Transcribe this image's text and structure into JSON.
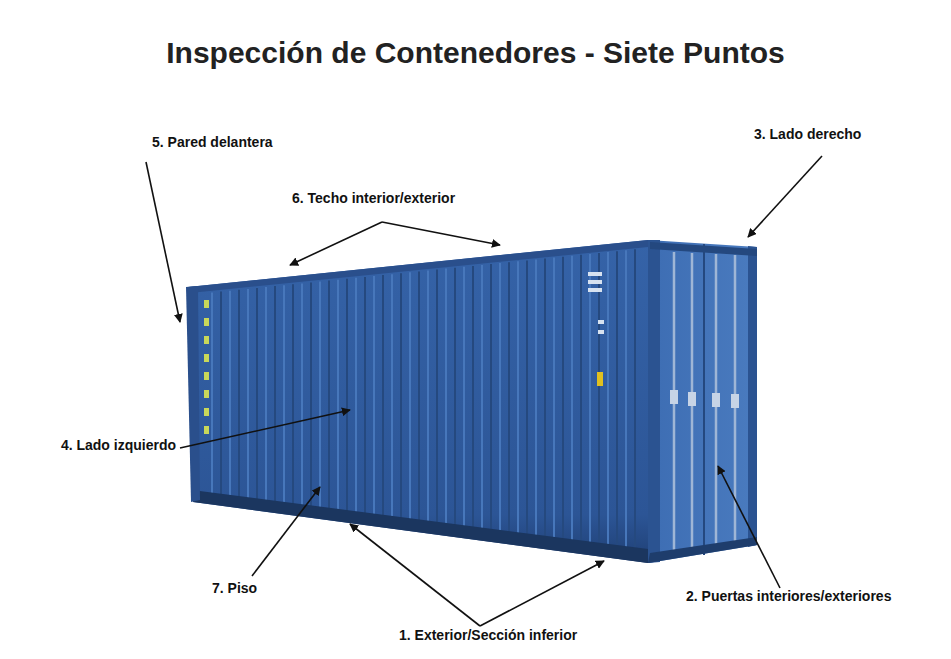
{
  "diagram": {
    "title": "Inspección de Contenedores - Siete Puntos",
    "labels": [
      "5. Pared delantera",
      "3. Lado derecho",
      "6. Techo interior/exterior",
      "4. Lado izquierdo",
      "7. Piso",
      "2. Puertas interiores/exteriores",
      "1. Exterior/Sección inferior"
    ]
  }
}
